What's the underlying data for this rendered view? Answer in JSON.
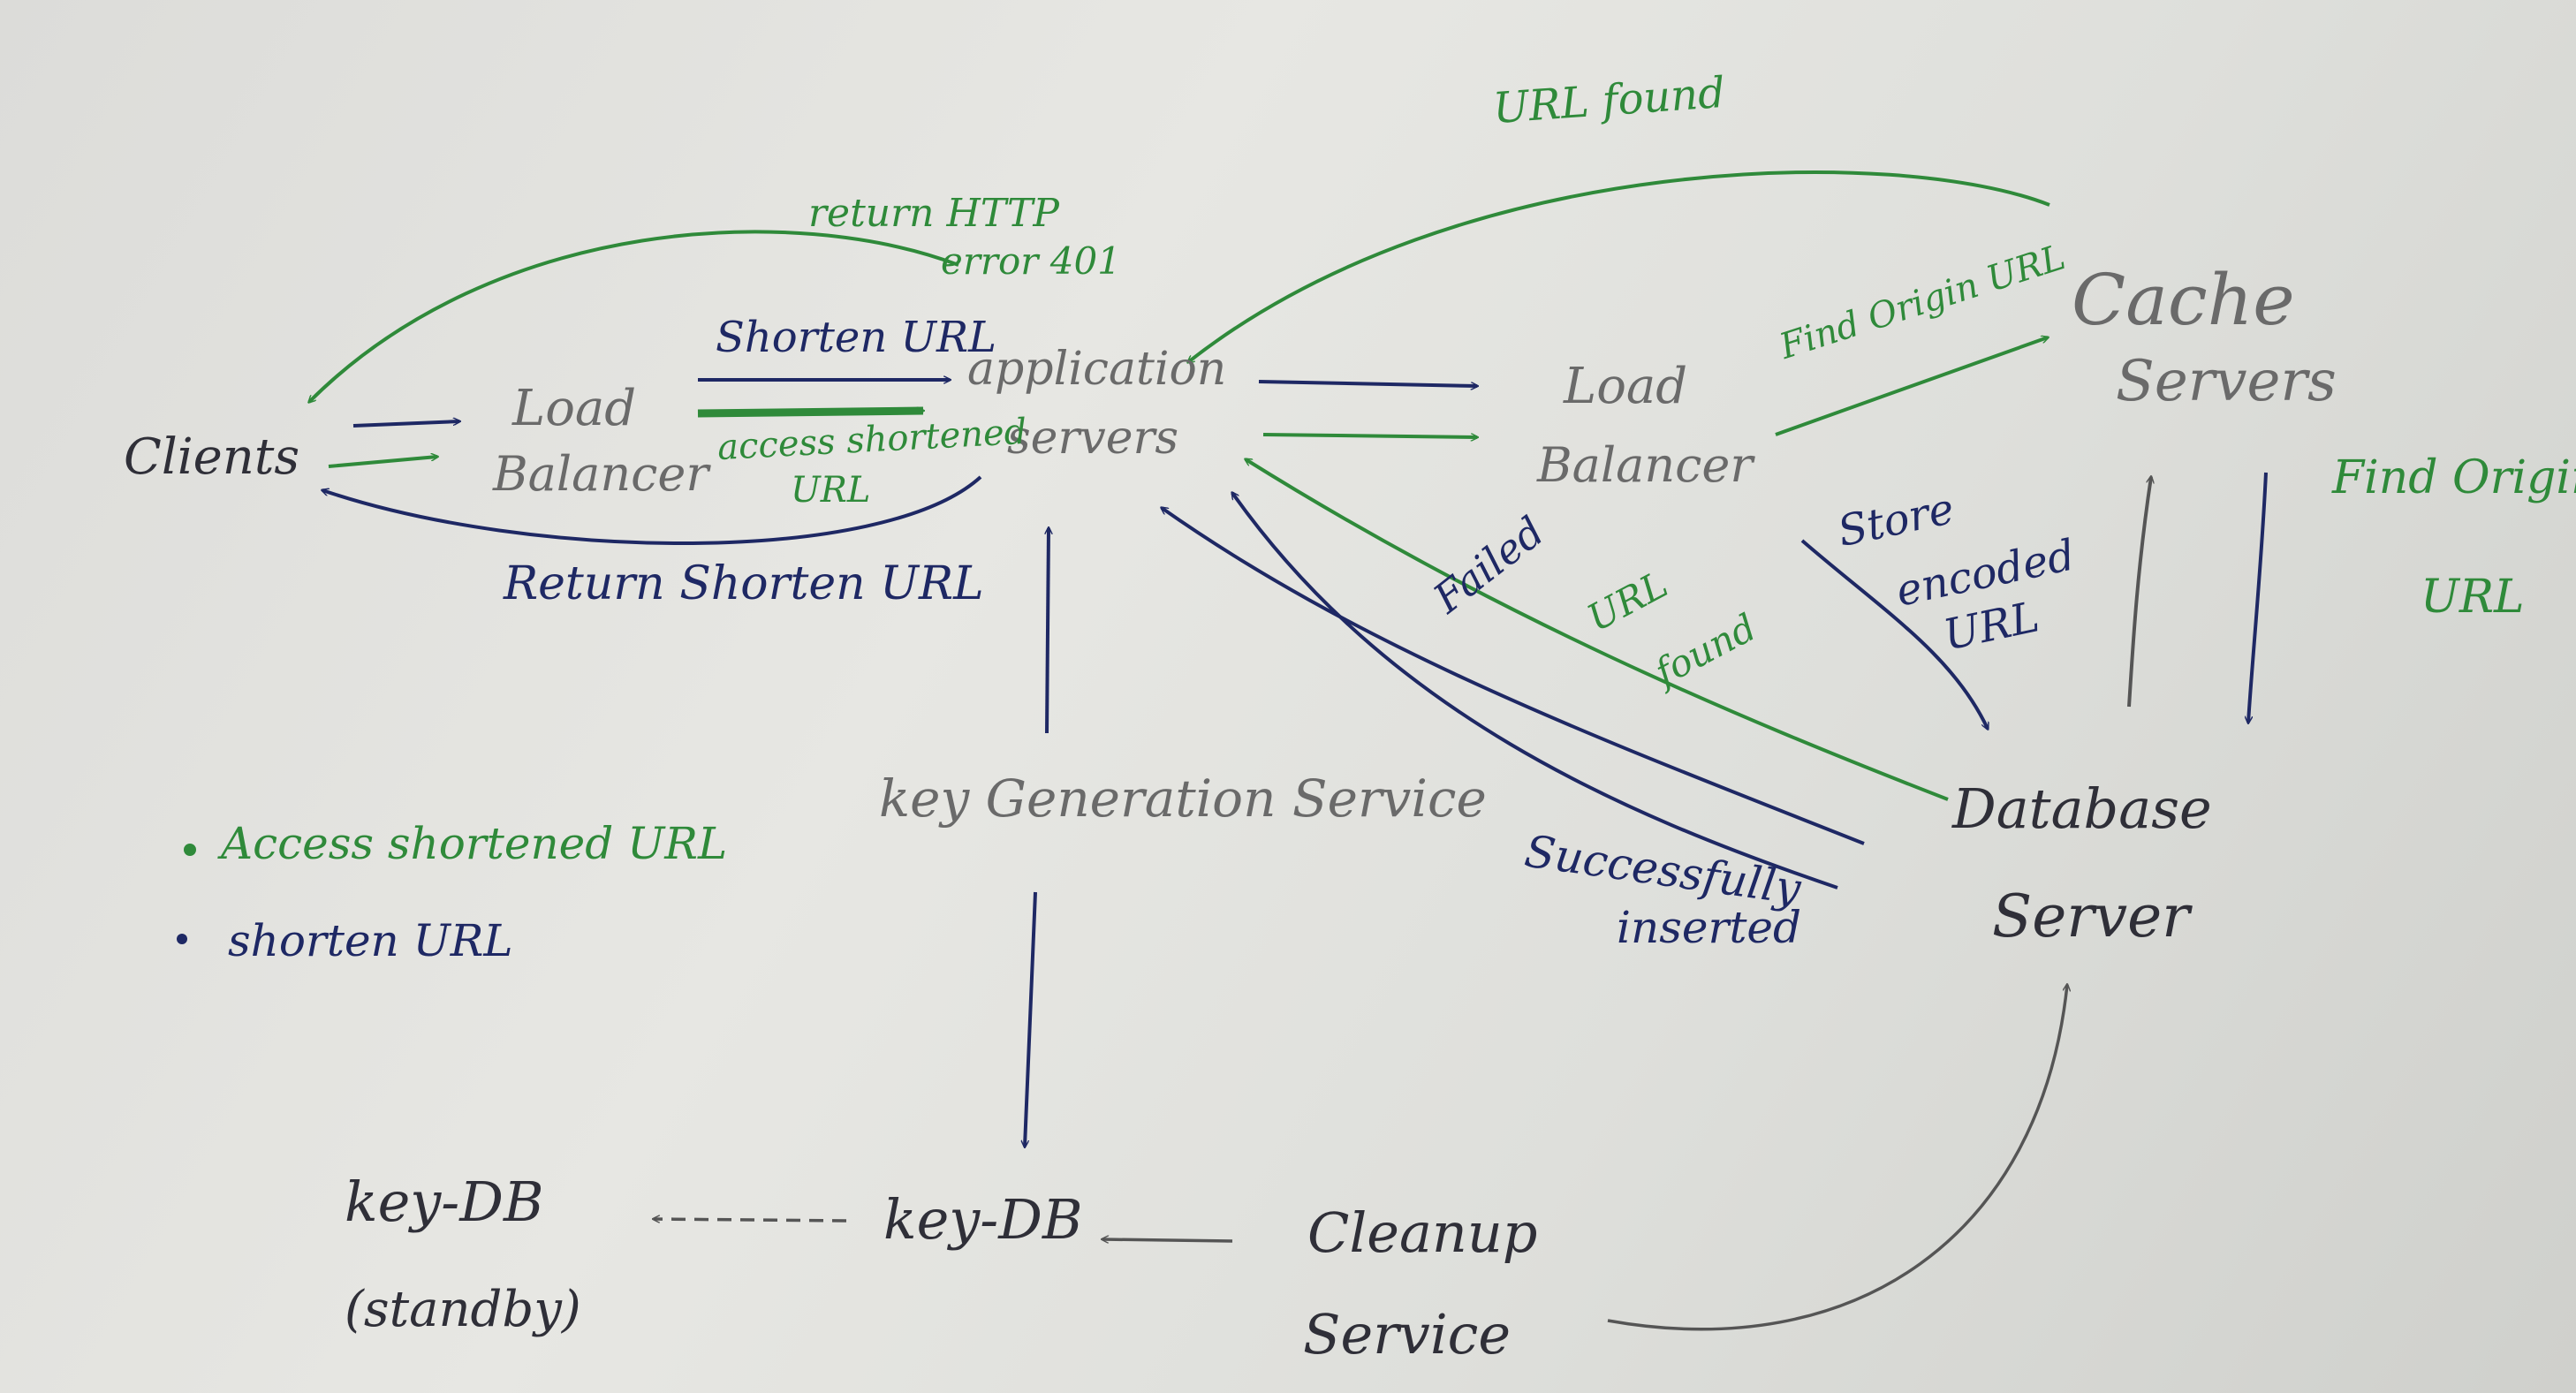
{
  "nodes": {
    "clients": "Clients",
    "lb_left_line1": "Load",
    "lb_left_line2": "Balancer",
    "app_line1": "application",
    "app_line2": "servers",
    "lb_right_line1": "Load",
    "lb_right_line2": "Balancer",
    "cache_line1": "Cache",
    "cache_line2": "Servers",
    "kgs": "key Generation Service",
    "db_line1": "Database",
    "db_line2": "Server",
    "keydb": "key-DB",
    "keydb_standby_line1": "key-DB",
    "keydb_standby_line2": "(standby)",
    "cleanup_line1": "Cleanup",
    "cleanup_line2": "Service"
  },
  "edge_labels": {
    "shorten_url": "Shorten URL",
    "access_line1": "access shortened",
    "access_line2": "URL",
    "return_shorten": "Return Shorten URL",
    "http_error_line1": "return HTTP",
    "http_error_line2": "error 401",
    "url_found_top": "URL found",
    "find_origin_lb": "Find Origin URL",
    "find_origin_cache_line1": "Find Origin",
    "find_origin_cache_line2": "URL",
    "store_line1": "Store",
    "store_line2": "encoded",
    "store_line3": "URL",
    "failed": "Failed",
    "url_found_db_line1": "URL",
    "url_found_db_line2": "found",
    "success_line1": "Successfully",
    "success_line2": "inserted"
  },
  "legend": {
    "access": "Access shortened URL",
    "shorten": "shorten URL"
  },
  "colors": {
    "navy_ink": "#1e2864",
    "green_ink": "#2f8a3a",
    "gray_pencil": "#6a6a6a"
  }
}
